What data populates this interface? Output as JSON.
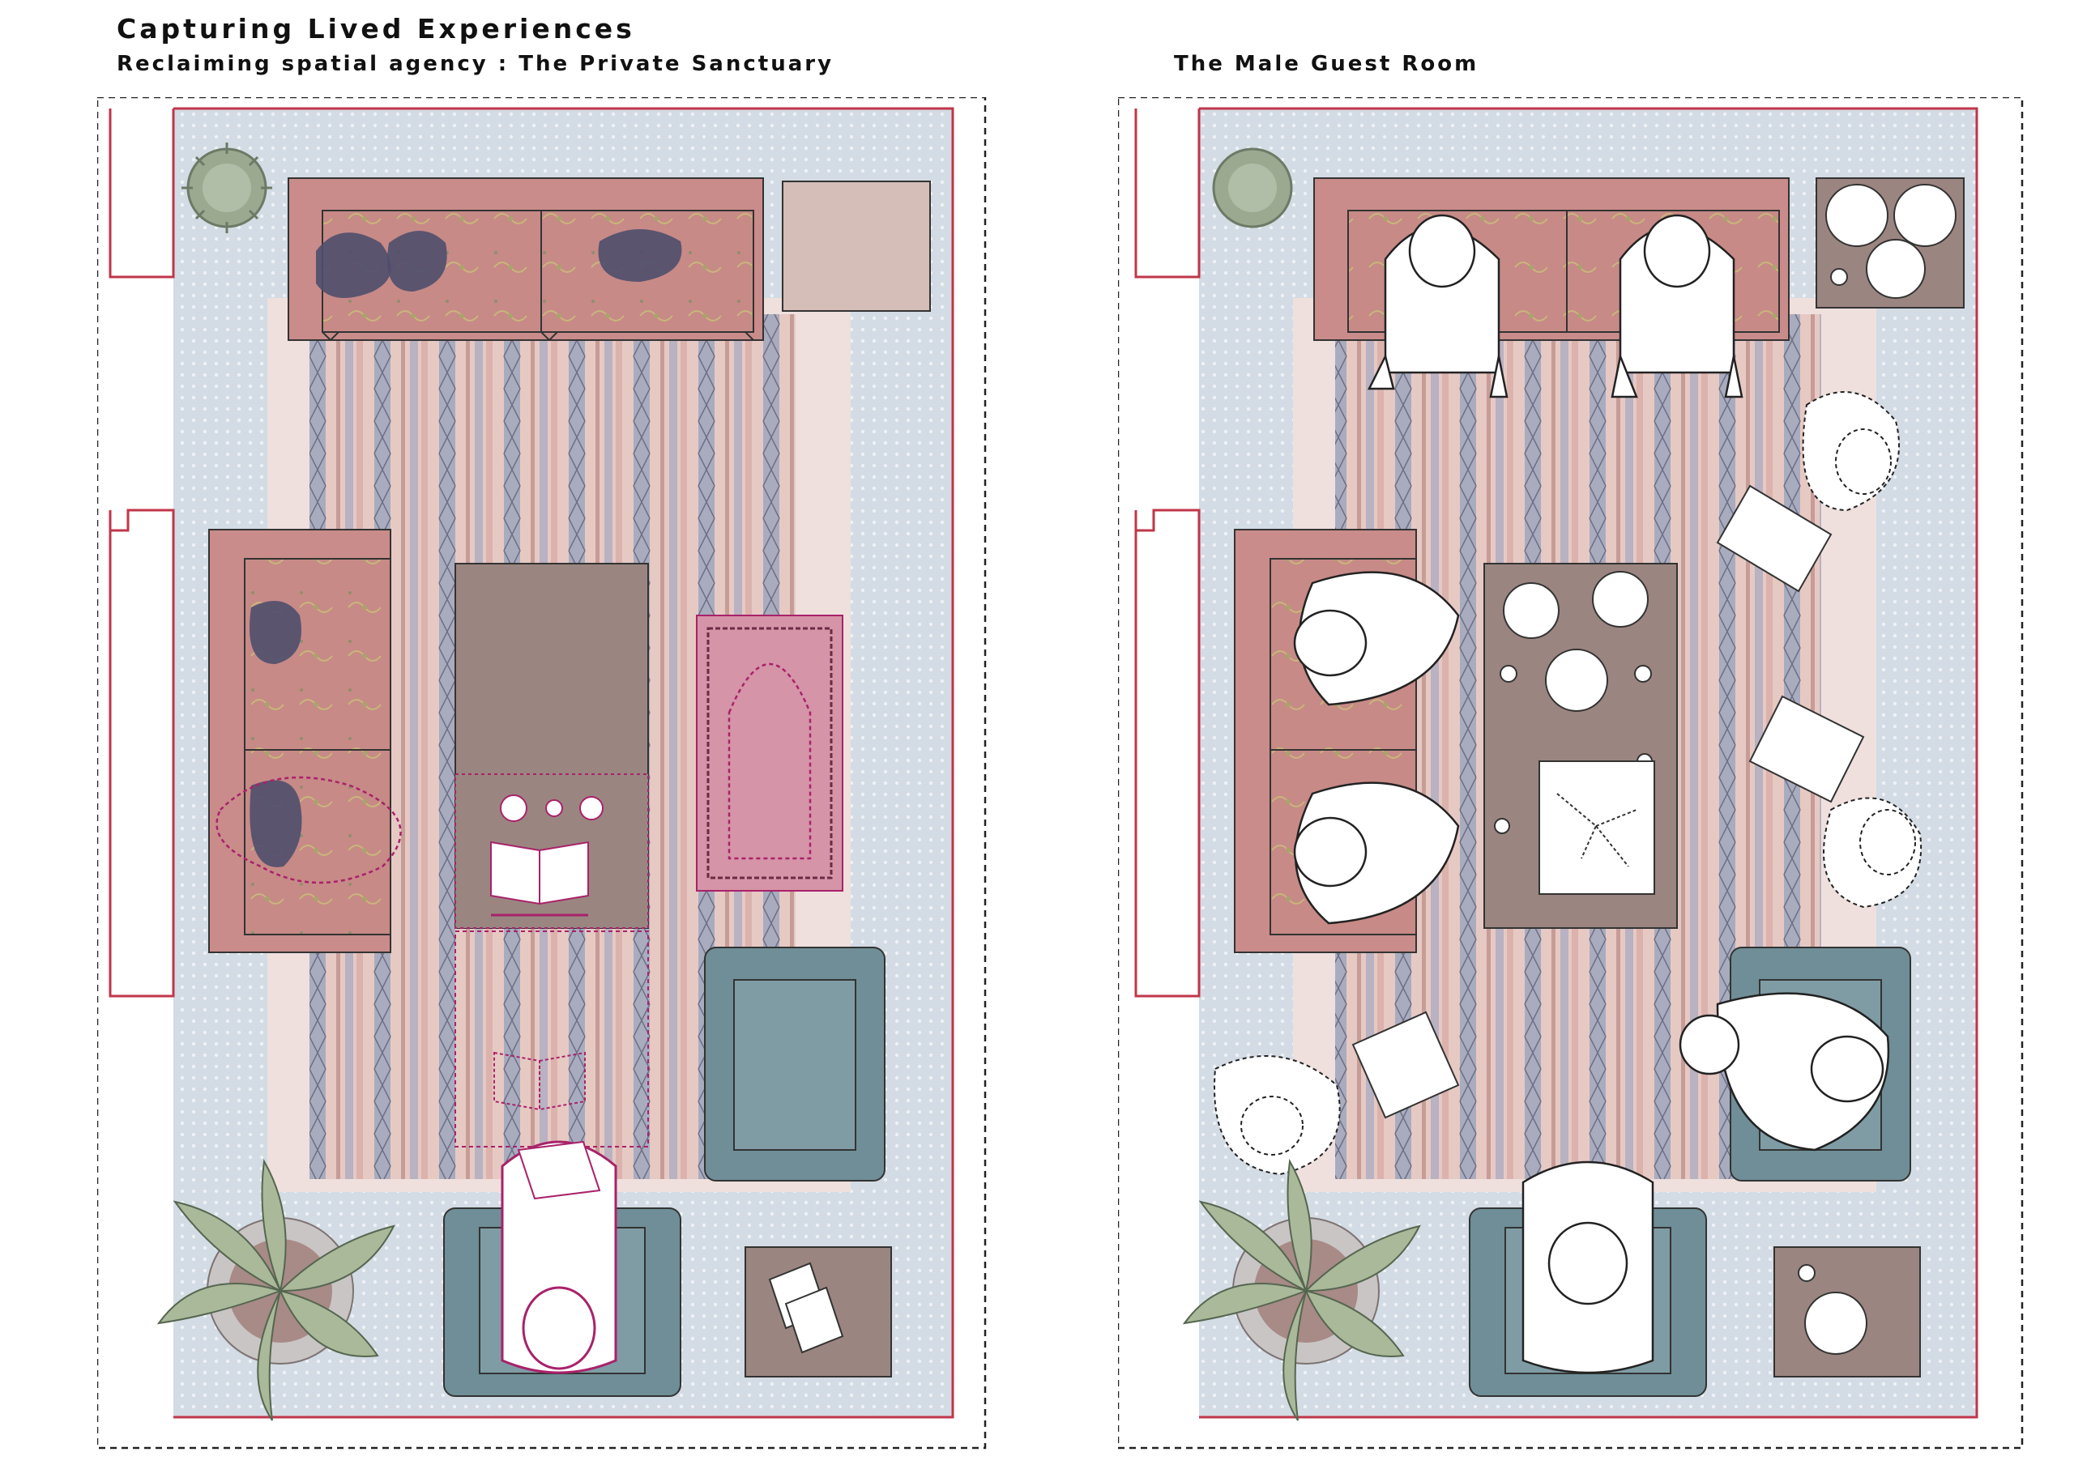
{
  "header": {
    "title": "Capturing Lived Experiences",
    "left_subtitle": "Reclaiming spatial agency : The Private Sanctuary",
    "right_subtitle": "The Male Guest Room"
  },
  "colors": {
    "wall": "#c0364a",
    "floor": "#cfd7e1",
    "rug": "#e9d3cf",
    "sofa": "#c98c8a",
    "sofa_dark": "#b27773",
    "cushion": "#4d4d6b",
    "table": "#9b8580",
    "armchair": "#6f8e97",
    "prayer_mat": "#d594a7",
    "plant": "#9caf93",
    "accent_magenta": "#a8226a"
  },
  "icons": {
    "plant_small": "plant-icon",
    "plant_large": "plant-icon",
    "person": "person-icon",
    "tea_set": "teapot-icon",
    "quran_stand": "book-stand-icon"
  }
}
